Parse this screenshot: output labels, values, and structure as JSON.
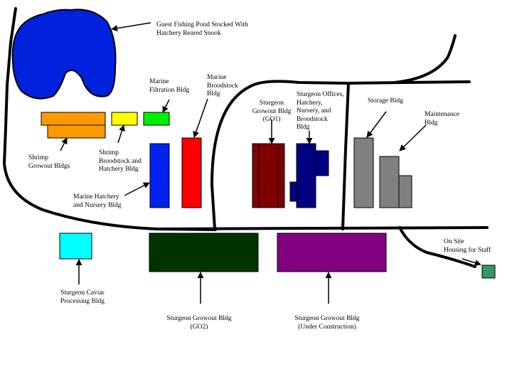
{
  "title": "Site Map",
  "colors": {
    "pond": "#0022dd",
    "shrimp_growout": "#ff9900",
    "shrimp_broodstock": "#ffff00",
    "marine_filtration": "#00ee00",
    "marine_hatchery": "#0022ee",
    "marine_broodstock": "#ff0000",
    "sturgeon_growout_go1": "#800000",
    "sturgeon_offices": "#000080",
    "storage": "#808080",
    "maintenance": "#808080",
    "caviar": "#00ffff",
    "sturgeon_growout_go2": "#003300",
    "sturgeon_growout_uc": "#800080",
    "staff_housing": "#339966"
  },
  "labels": {
    "pond": "Guest Fishing Pond Stocked With\nHatchery Reared Snook",
    "marine_filtration": "Marine\nFiltration Bldg",
    "marine_broodstock": "Marine\nBroodstock\nBldg",
    "sturgeon_growout_go1": "Sturgeon\nGrowout Bldg\n(GO1)",
    "sturgeon_offices": "Sturgeon Offices,\nHatchery,\nNursery, and\nBroodstock\nBldg",
    "storage": "Storage Bldg",
    "maintenance": "Maintenance\nBldg",
    "shrimp_growout": "Shrimp\nGrowout Bldgs",
    "shrimp_broodstock": "Shrimp\nBroodstock and\nHatchery Bldg",
    "marine_hatchery": "Marine Hatchery\nand Nursery Bldg",
    "staff_housing": "On Site\nHousing for Staff",
    "caviar": "Sturgeon Caviar\nProcessing Bldg",
    "sturgeon_growout_go2": "Sturgeon Growout Bldg\n(GO2)",
    "sturgeon_growout_uc": "Sturgeon Growout Bldg\n(Under Construction)"
  }
}
